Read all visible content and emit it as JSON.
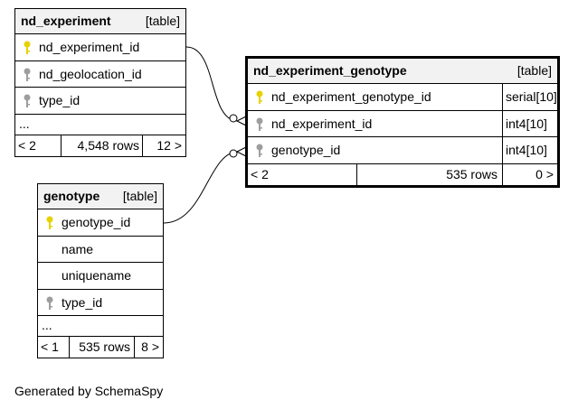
{
  "credit": "Generated by SchemaSpy",
  "colors": {
    "primary_key": "#e6d200",
    "foreign_key": "#9e9e9e",
    "header_bg": "#f2f2f2"
  },
  "tables": {
    "nd_experiment": {
      "name": "nd_experiment",
      "kind": "[table]",
      "rows": [
        {
          "label": "nd_experiment_id",
          "key": "primary-key-icon"
        },
        {
          "label": "nd_geolocation_id",
          "key": "foreign-key-icon"
        },
        {
          "label": "type_id",
          "key": "foreign-key-icon"
        }
      ],
      "ellipsis": "...",
      "footer": {
        "parents": "< 2",
        "rows": "4,548 rows",
        "children": "12 >"
      }
    },
    "nd_experiment_genotype": {
      "name": "nd_experiment_genotype",
      "kind": "[table]",
      "rows": [
        {
          "label": "nd_experiment_genotype_id",
          "type": "serial[10]",
          "key": "primary-key-icon"
        },
        {
          "label": "nd_experiment_id",
          "type": "int4[10]",
          "key": "foreign-key-icon"
        },
        {
          "label": "genotype_id",
          "type": "int4[10]",
          "key": "foreign-key-icon"
        }
      ],
      "footer": {
        "parents": "< 2",
        "rows": "535 rows",
        "children": "0 >"
      }
    },
    "genotype": {
      "name": "genotype",
      "kind": "[table]",
      "rows": [
        {
          "label": "genotype_id",
          "key": "primary-key-icon"
        },
        {
          "label": "name",
          "key": ""
        },
        {
          "label": "uniquename",
          "key": ""
        },
        {
          "label": "type_id",
          "key": "foreign-key-icon"
        }
      ],
      "ellipsis": "...",
      "footer": {
        "parents": "< 1",
        "rows": "535 rows",
        "children": "8 >"
      }
    }
  }
}
